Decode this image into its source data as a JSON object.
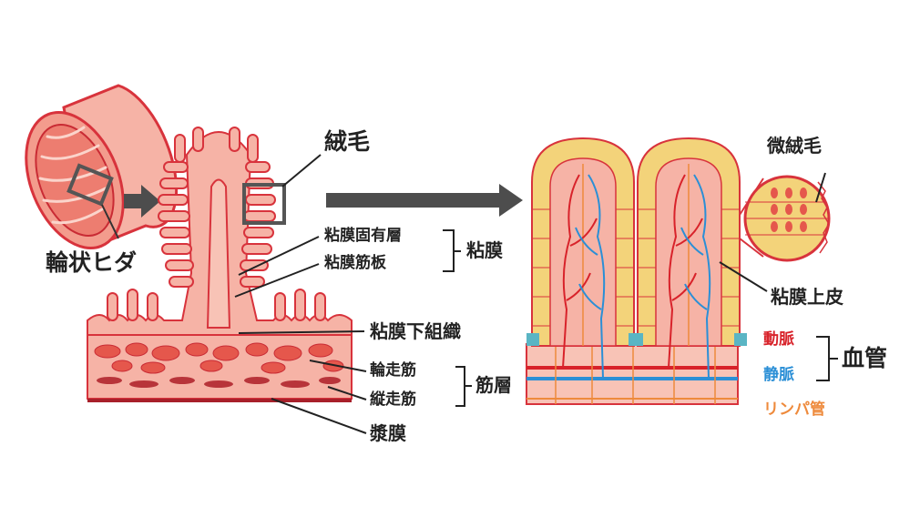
{
  "labels": {
    "circular_folds": "輪状ヒダ",
    "villi": "絨毛",
    "lamina_propria": "粘膜固有層",
    "muscularis_mucosae": "粘膜筋板",
    "mucosa": "粘膜",
    "submucosa": "粘膜下組織",
    "circular_muscle": "輪走筋",
    "longitudinal_muscle": "縦走筋",
    "muscle_layer": "筋層",
    "serosa": "漿膜",
    "microvilli": "微絨毛",
    "epithelium": "粘膜上皮",
    "artery": "動脈",
    "vein": "静脈",
    "blood_vessels": "血管",
    "lymph_vessel": "リンパ管"
  },
  "colors": {
    "outline": "#d8333c",
    "tissue_pink": "#f4a594",
    "tissue_light": "#f9c6b8",
    "epithelium_yellow": "#f3d37a",
    "artery_red": "#d8222a",
    "vein_blue": "#2b8fd6",
    "lymph_orange": "#ee8a3c",
    "arrow_gray": "#4d4d4d",
    "text_dark": "#222222"
  }
}
